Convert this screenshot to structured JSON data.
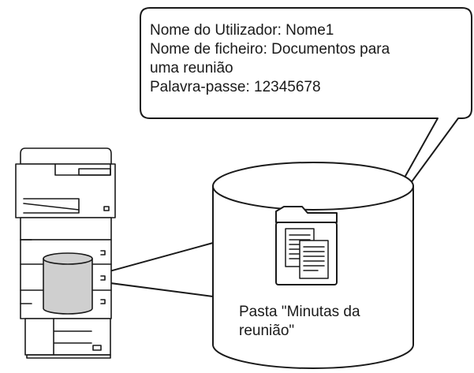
{
  "callout": {
    "line1": "Nome do Utilizador: Nome1",
    "line2": "Nome de ficheiro: Documentos para",
    "line3": "uma reunião",
    "line4": "Palavra-passe: 12345678"
  },
  "folder": {
    "caption_line1": "Pasta \"Minutas da",
    "caption_line2": "reunião\""
  },
  "colors": {
    "stroke": "#1a1a1a",
    "storage_fill": "#cfcfcf",
    "background": "#ffffff"
  }
}
